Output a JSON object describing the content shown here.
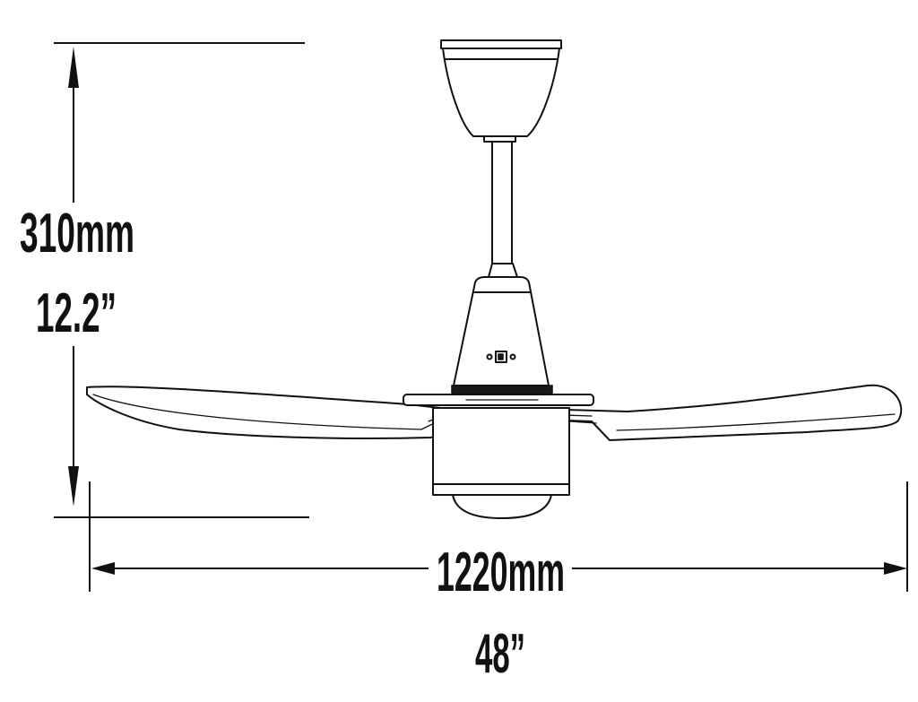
{
  "dimensions": {
    "height_mm": "310mm",
    "height_in": "12.2”",
    "width_mm": "1220mm",
    "width_in": "48”"
  },
  "colors": {
    "line": "#111111",
    "background": "#ffffff"
  }
}
